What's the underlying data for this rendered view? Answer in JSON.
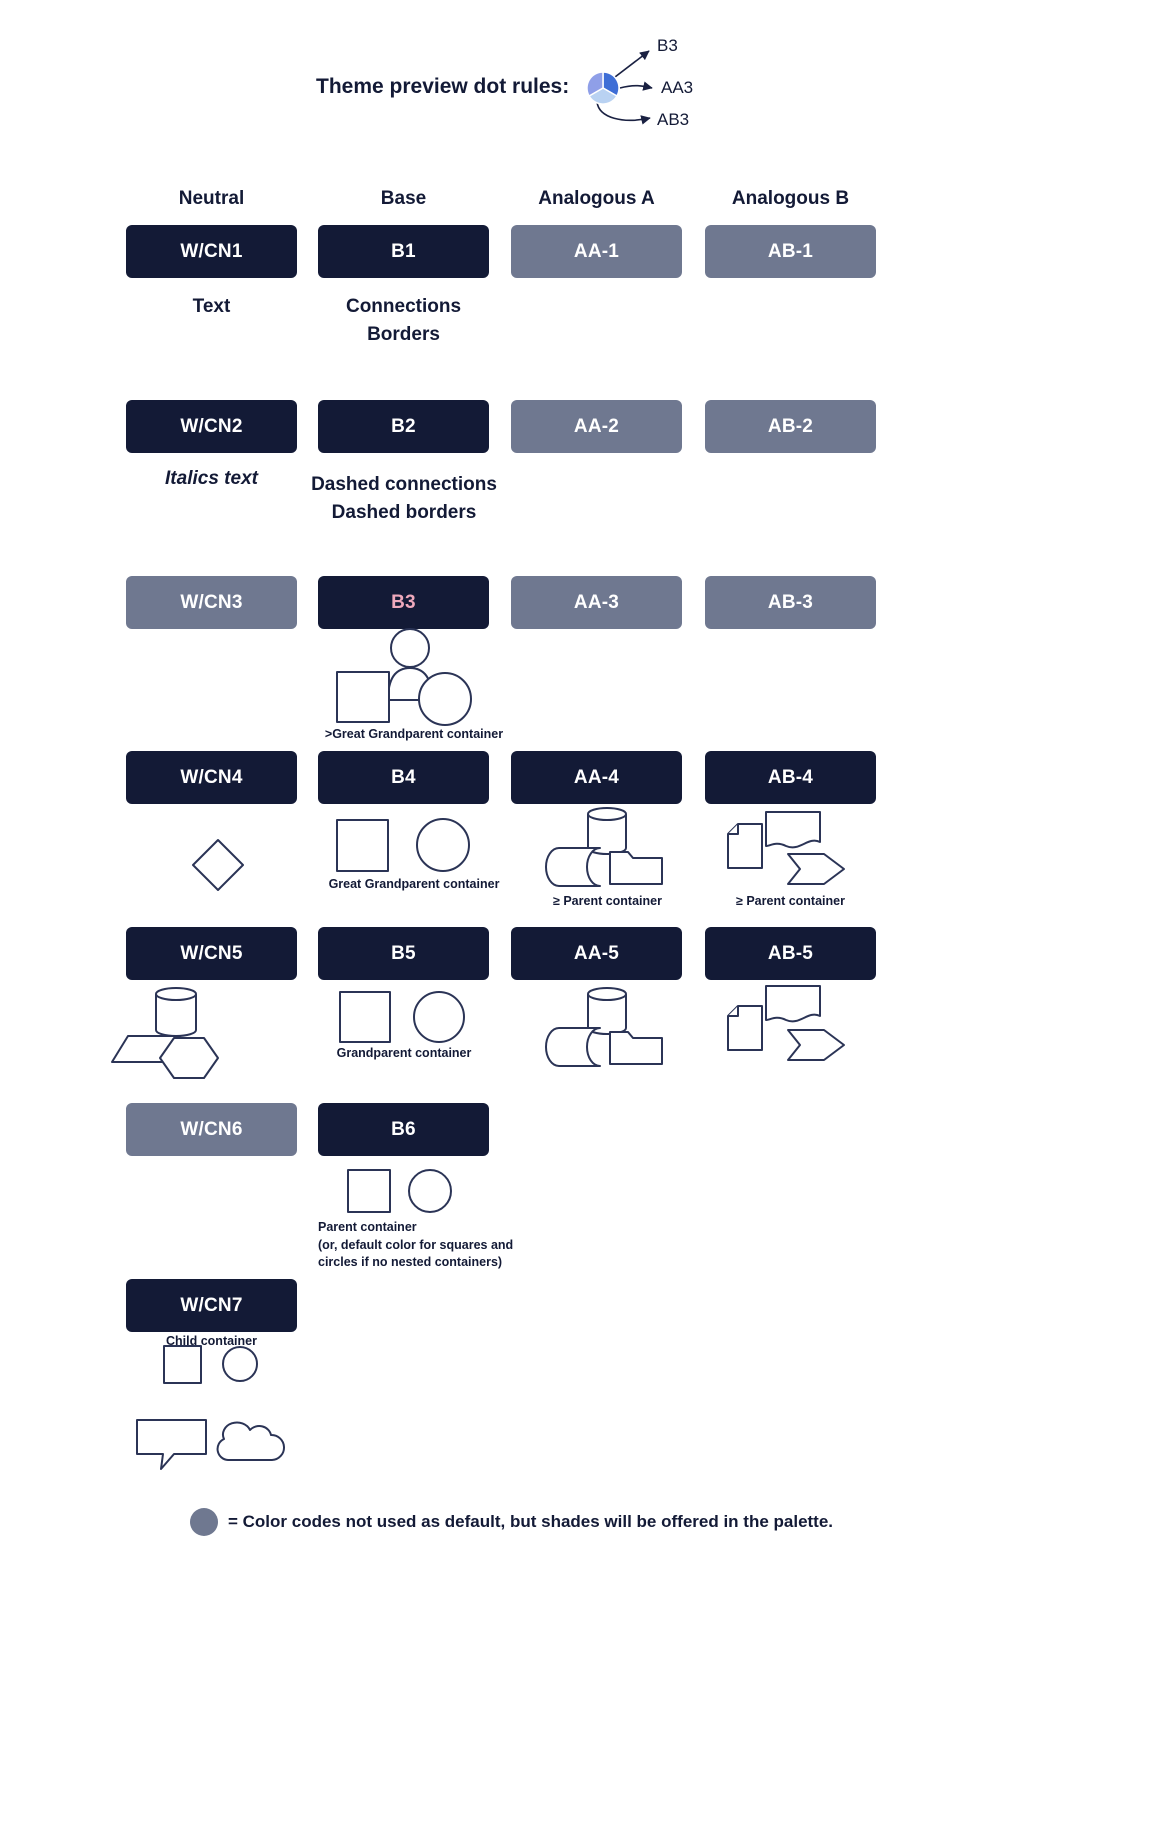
{
  "title": {
    "text": "Theme preview dot rules:",
    "arrows": [
      "B3",
      "AA3",
      "AB3"
    ]
  },
  "columns": [
    "Neutral",
    "Base",
    "Analogous A",
    "Analogous B"
  ],
  "buttons": [
    {
      "label": "W/CN1",
      "variant": "dark"
    },
    {
      "label": "B1",
      "variant": "dark"
    },
    {
      "label": "AA-1",
      "variant": "slate"
    },
    {
      "label": "AB-1",
      "variant": "slate"
    },
    {
      "label": "W/CN2",
      "variant": "dark"
    },
    {
      "label": "B2",
      "variant": "dark"
    },
    {
      "label": "AA-2",
      "variant": "slate"
    },
    {
      "label": "AB-2",
      "variant": "slate"
    },
    {
      "label": "W/CN3",
      "variant": "slate"
    },
    {
      "label": "B3",
      "variant": "dark-pink"
    },
    {
      "label": "AA-3",
      "variant": "slate"
    },
    {
      "label": "AB-3",
      "variant": "slate"
    },
    {
      "label": "W/CN4",
      "variant": "dark"
    },
    {
      "label": "B4",
      "variant": "dark"
    },
    {
      "label": "AA-4",
      "variant": "dark"
    },
    {
      "label": "AB-4",
      "variant": "dark"
    },
    {
      "label": "W/CN5",
      "variant": "dark"
    },
    {
      "label": "B5",
      "variant": "dark"
    },
    {
      "label": "AA-5",
      "variant": "dark"
    },
    {
      "label": "AB-5",
      "variant": "dark"
    },
    {
      "label": "W/CN6",
      "variant": "slate"
    },
    {
      "label": "B6",
      "variant": "dark"
    },
    {
      "label": "W/CN7",
      "variant": "dark"
    }
  ],
  "captions": {
    "text": "Text",
    "connections": "Connections",
    "borders": "Borders",
    "italics": "Italics text",
    "dashed_connections": "Dashed connections",
    "dashed_borders": "Dashed borders",
    "great_grandparent_gt": ">Great Grandparent container",
    "great_grandparent": "Great Grandparent container",
    "parent_gte": "≥ Parent container",
    "grandparent": "Grandparent container",
    "parent_line1": "Parent container",
    "parent_line2": "(or, default color for squares and",
    "parent_line3": "circles if no nested containers)",
    "child": "Child container"
  },
  "legend": {
    "text": "= Color codes not used as default, but shades will be offered in the palette."
  },
  "colors": {
    "dark": "#131A36",
    "slate": "#6F7890",
    "pink": "#EFA9BC",
    "ink": "#131A36",
    "shape_stroke": "#2B3456",
    "dot_blue": "#3E6ED6",
    "dot_light_blue": "#B9D2F2",
    "dot_periwinkle": "#8F9FE8"
  },
  "shapes": {
    "b3_cluster": [
      "person",
      "square",
      "circle"
    ],
    "wcn4_cluster": [
      "diamond"
    ],
    "b4_cluster": [
      "square",
      "circle"
    ],
    "aa4_cluster": [
      "cylinder",
      "stored-data",
      "folder"
    ],
    "ab4_cluster": [
      "page",
      "document",
      "chevron-arrow"
    ],
    "wcn5_cluster": [
      "cylinder",
      "parallelogram",
      "hexagon"
    ],
    "b5_cluster": [
      "square",
      "circle"
    ],
    "aa5_cluster": [
      "cylinder",
      "stored-data",
      "folder"
    ],
    "ab5_cluster": [
      "page",
      "document",
      "chevron-arrow"
    ],
    "b6_cluster": [
      "square",
      "circle"
    ],
    "wcn7_cluster1": [
      "square",
      "circle"
    ],
    "wcn7_cluster2": [
      "speech-bubble",
      "cloud"
    ]
  }
}
